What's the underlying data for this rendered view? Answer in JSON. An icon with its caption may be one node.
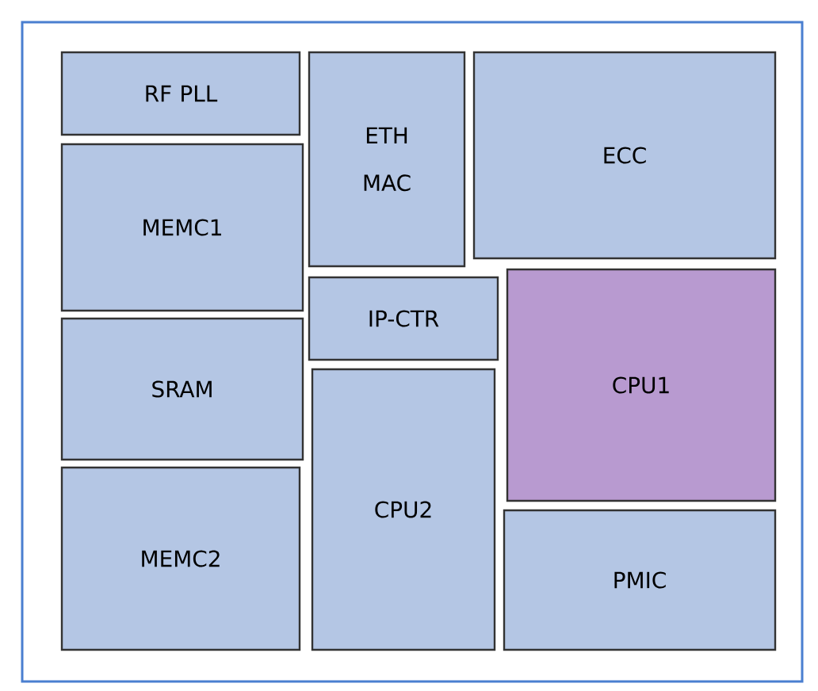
{
  "diagram": {
    "nodes": [
      {
        "text": [],
        "shape": "box"
      },
      {
        "text": [
          "RF PLL"
        ],
        "in": 0
      },
      {
        "text": [
          "ETH MAC"
        ],
        "in": 0
      },
      {
        "text": [
          "ECC"
        ],
        "in": 0
      },
      {
        "text": [
          "MEMC1"
        ],
        "in": 0
      },
      {
        "text": [
          "IP-CTR"
        ],
        "in": 0
      },
      {
        "text": [
          "CPU1"
        ],
        "in": 0
      },
      {
        "text": [
          "SRAM"
        ],
        "in": 0
      },
      {
        "text": [
          "CPU2"
        ],
        "in": 0
      },
      {
        "text": [
          "MEMC2"
        ],
        "in": 0
      },
      {
        "text": [
          "PMIC"
        ],
        "in": 0
      }
    ]
  }
}
